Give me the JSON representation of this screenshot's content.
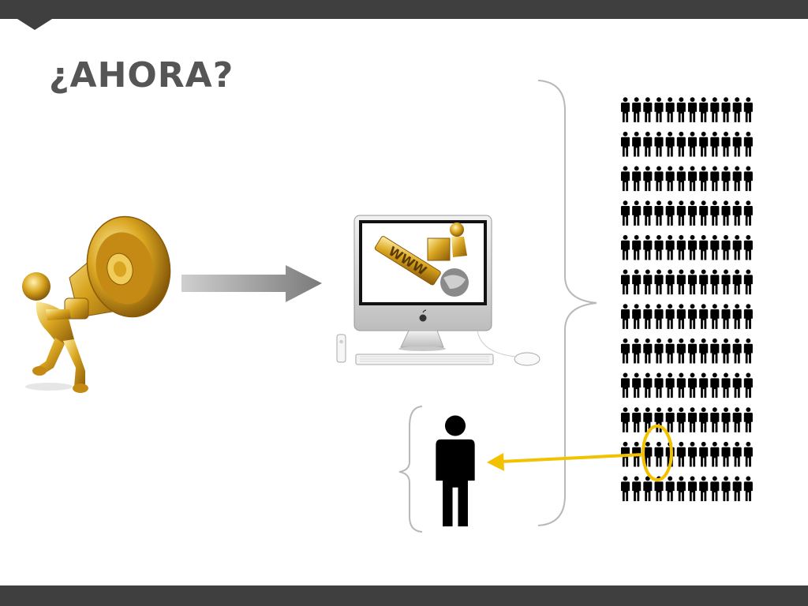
{
  "slide": {
    "title": "¿AHORA?",
    "crowd_rows": 12,
    "crowd_cols": 12
  },
  "computer_screen": {
    "sign_text": "WWW"
  },
  "colors": {
    "bars": "#3f3f3f",
    "title": "#555555",
    "gold": "#d4a020",
    "highlight": "#f2c200",
    "brace": "#b8b8b8",
    "people": "#000000"
  },
  "icons": [
    "megaphone-figure",
    "right-arrow-icon",
    "computer",
    "crowd-icon",
    "person-icon",
    "brace",
    "highlight-ellipse",
    "selection-arrow-icon"
  ]
}
